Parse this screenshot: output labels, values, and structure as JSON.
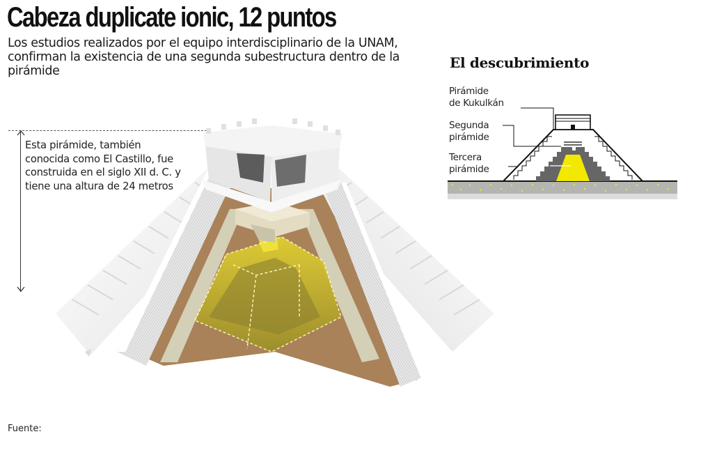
{
  "header": {
    "title": "Cabeza duplicate ionic, 12 puntos",
    "subtitle": "Los estudios realizados por el equipo interdisciplinario de la UNAM, confirman la existencia de una segunda subestructura dentro de la pirámide"
  },
  "main_illustration": {
    "annotation": "Esta pirámide, también conocida como El Castillo, fue construida en el siglo XII d. C. y tiene una altura de 24 metros",
    "colors": {
      "stone": "#efefef",
      "stairs": "#dcdcdc",
      "earth": "#a9825a",
      "inner_structure": "#d8d3bd",
      "highlight": "#c9b92a"
    }
  },
  "side_diagram": {
    "title": "El descubrimiento",
    "labels": [
      {
        "line1": "Pirámide",
        "line2": "de Kukulkán"
      },
      {
        "line1": "Segunda",
        "line2": "pirámide"
      },
      {
        "line1": "Tercera",
        "line2": "pirámide"
      }
    ],
    "colors": {
      "outline": "#111111",
      "second_pyramid": "#666666",
      "third_pyramid": "#f2e800",
      "ground": "#b4b4b0",
      "ground_dots": "#e8e34a"
    }
  },
  "footer": {
    "source_label": "Fuente:"
  }
}
